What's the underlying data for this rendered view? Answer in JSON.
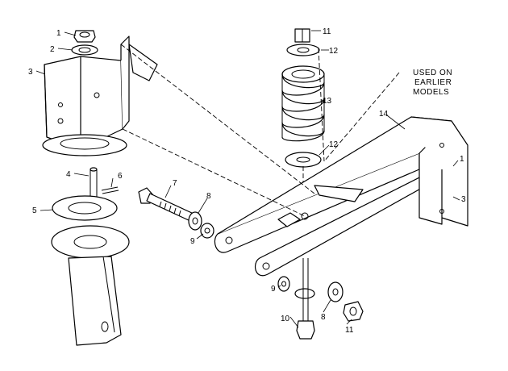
{
  "callouts": {
    "c1a": "1",
    "c1b": "1",
    "c2": "2",
    "c3a": "3",
    "c3b": "3",
    "c4": "4",
    "c5": "5",
    "c6": "6",
    "c7": "7",
    "c8a": "8",
    "c8b": "8",
    "c9a": "9",
    "c9b": "9",
    "c10": "10",
    "c11a": "11",
    "c11b": "11",
    "c12a": "12",
    "c12b": "12",
    "c13": "13",
    "c14": "14"
  },
  "note": {
    "line1": "USED ON",
    "line2": "EARLIER",
    "line3": "MODELS"
  }
}
